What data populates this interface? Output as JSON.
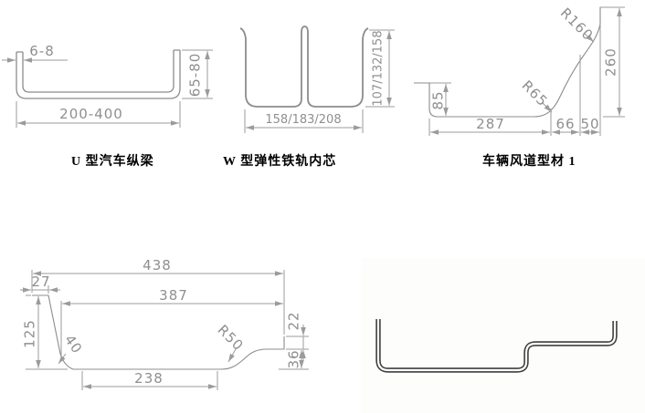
{
  "diagrams": {
    "u_beam": {
      "caption": "U 型汽车纵梁",
      "dims": {
        "thickness": "6-8",
        "height": "65-80",
        "width": "200-400"
      }
    },
    "w_core": {
      "caption": "W 型弹性铁轨内芯",
      "dims": {
        "height": "107/132/158",
        "width": "158/183/208"
      }
    },
    "air_duct": {
      "caption": "车辆风道型材 1",
      "dims": {
        "radius_large": "R160",
        "height": "260",
        "left_height": "85",
        "radius_small": "R65",
        "bottom_left": "287",
        "bottom_mid": "66",
        "bottom_right": "50"
      }
    },
    "bracket": {
      "dims": {
        "total_width": "438",
        "lip": "27",
        "inner_width": "387",
        "left_height": "125",
        "bend_angle": "40",
        "radius": "R50",
        "step_upper": "22",
        "step_lower": "36",
        "bottom_width": "238"
      }
    }
  },
  "colors": {
    "background": "#ffffff",
    "drawing_line": "#8c8c8c",
    "dimension_text": "#8f8f8f",
    "caption_text": "#000000",
    "photo_line": "#3f3f3f"
  }
}
